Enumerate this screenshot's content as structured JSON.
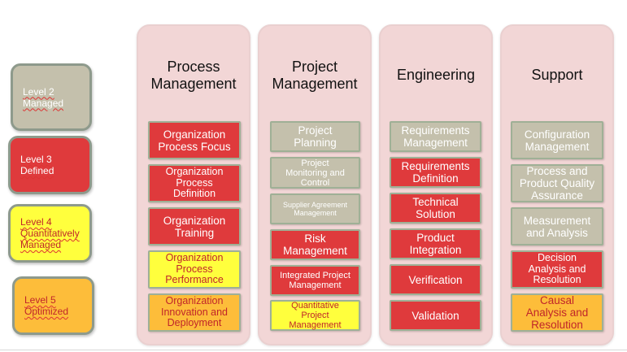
{
  "levels": [
    {
      "lines": [
        "Level 2",
        "Managed"
      ],
      "color": "#c4c0ac"
    },
    {
      "lines": [
        "Level 3",
        "Defined"
      ],
      "color": "#df3a3c"
    },
    {
      "lines": [
        "Level 4",
        "Quantitatively",
        "Managed"
      ],
      "color": "#ffff3d"
    },
    {
      "lines": [
        "Level 5",
        "Optimized"
      ],
      "color": "#fdbd3a"
    }
  ],
  "columns": [
    {
      "title": [
        "Process",
        "Management"
      ],
      "items": [
        {
          "lines": [
            "Organization",
            "Process Focus"
          ],
          "level": 3
        },
        {
          "lines": [
            "Organization",
            "Process",
            "Definition"
          ],
          "level": 3
        },
        {
          "lines": [
            "Organization",
            "Training"
          ],
          "level": 3
        },
        {
          "lines": [
            "Organization",
            "Process",
            "Performance"
          ],
          "level": 4
        },
        {
          "lines": [
            "Organization",
            "Innovation and",
            "Deployment"
          ],
          "level": 5
        }
      ]
    },
    {
      "title": [
        "Project",
        "Management"
      ],
      "items": [
        {
          "lines": [
            "Project",
            "Planning"
          ],
          "level": 2
        },
        {
          "lines": [
            "Project",
            "Monitoring and",
            "Control"
          ],
          "level": 2
        },
        {
          "lines": [
            "Supplier Agreement",
            "Management"
          ],
          "level": 2
        },
        {
          "lines": [
            "Risk",
            "Management"
          ],
          "level": 3
        },
        {
          "lines": [
            "Integrated Project",
            "Management"
          ],
          "level": 3
        },
        {
          "lines": [
            "Quantitative",
            "Project",
            "Management"
          ],
          "level": 4
        }
      ]
    },
    {
      "title": [
        "Engineering"
      ],
      "items": [
        {
          "lines": [
            "Requirements",
            "Management"
          ],
          "level": 2
        },
        {
          "lines": [
            "Requirements",
            "Definition"
          ],
          "level": 3
        },
        {
          "lines": [
            "Technical",
            "Solution"
          ],
          "level": 3
        },
        {
          "lines": [
            "Product",
            "Integration"
          ],
          "level": 3
        },
        {
          "lines": [
            "Verification"
          ],
          "level": 3
        },
        {
          "lines": [
            "Validation"
          ],
          "level": 3
        }
      ]
    },
    {
      "title": [
        "Support"
      ],
      "items": [
        {
          "lines": [
            "Configuration",
            "Management"
          ],
          "level": 2
        },
        {
          "lines": [
            "Process and",
            "Product Quality",
            "Assurance"
          ],
          "level": 2
        },
        {
          "lines": [
            "Measurement",
            "and Analysis"
          ],
          "level": 2
        },
        {
          "lines": [
            "Decision",
            "Analysis and",
            "Resolution"
          ],
          "level": 3
        },
        {
          "lines": [
            "Causal",
            "Analysis and",
            "Resolution"
          ],
          "level": 5
        }
      ]
    }
  ]
}
